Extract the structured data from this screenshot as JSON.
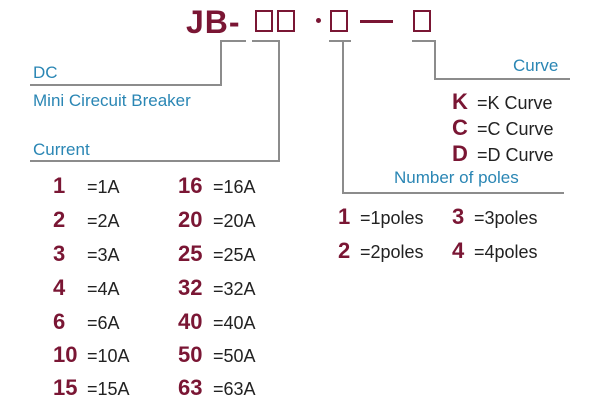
{
  "header": {
    "prefix": "JB-"
  },
  "labels": {
    "dc": "DC",
    "mini": "Mini Cirecuit Breaker",
    "current": "Current",
    "curve": "Curve",
    "poles": "Number of poles"
  },
  "curves": [
    {
      "key": "K",
      "text": "=K Curve"
    },
    {
      "key": "C",
      "text": "=C Curve"
    },
    {
      "key": "D",
      "text": "=D Curve"
    }
  ],
  "poles": [
    {
      "key": "1",
      "text": "=1poles"
    },
    {
      "key": "3",
      "text": "=3poles"
    },
    {
      "key": "2",
      "text": "=2poles"
    },
    {
      "key": "4",
      "text": "=4poles"
    }
  ],
  "current_left": [
    {
      "key": "1",
      "text": "=1A"
    },
    {
      "key": "2",
      "text": "=2A"
    },
    {
      "key": "3",
      "text": "=3A"
    },
    {
      "key": "4",
      "text": "=4A"
    },
    {
      "key": "6",
      "text": "=6A"
    },
    {
      "key": "10",
      "text": "=10A"
    },
    {
      "key": "15",
      "text": "=15A"
    }
  ],
  "current_right": [
    {
      "key": "16",
      "text": "=16A"
    },
    {
      "key": "20",
      "text": "=20A"
    },
    {
      "key": "25",
      "text": "=25A"
    },
    {
      "key": "32",
      "text": "=32A"
    },
    {
      "key": "40",
      "text": "=40A"
    },
    {
      "key": "50",
      "text": "=50A"
    },
    {
      "key": "63",
      "text": "=63A"
    }
  ]
}
